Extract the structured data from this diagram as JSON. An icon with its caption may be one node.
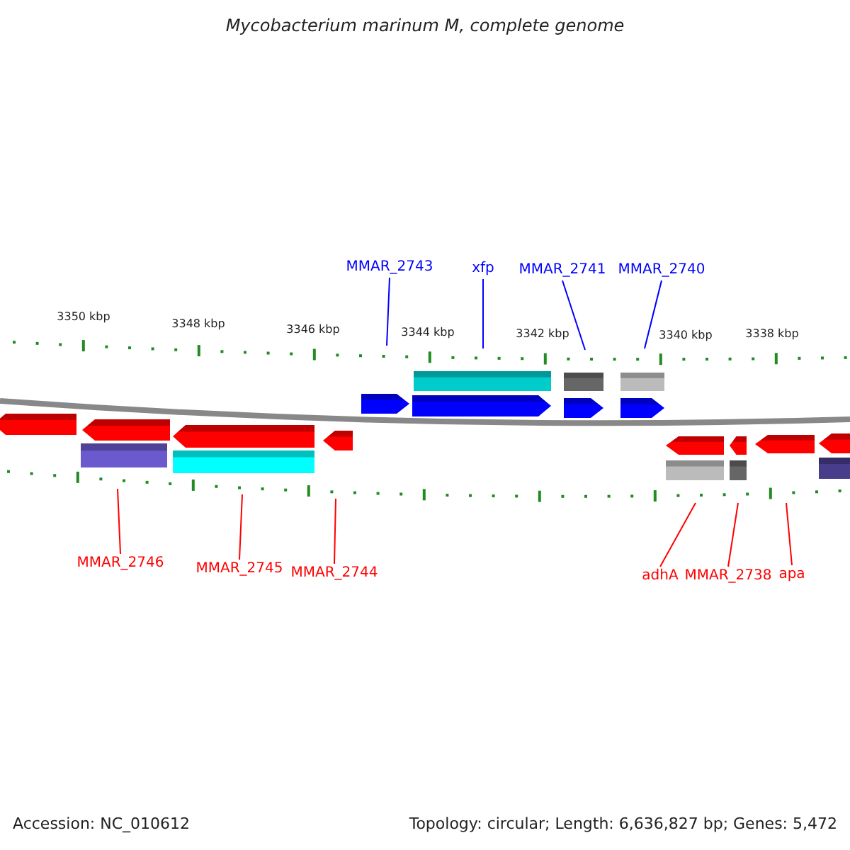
{
  "diagram": {
    "title": "Mycobacterium marinum M, complete genome",
    "nodes": [
      {
        "text": [
          "MMAR_2743"
        ]
      },
      {
        "text": [
          "xfp"
        ]
      },
      {
        "text": [
          "MMAR_2741"
        ]
      },
      {
        "text": [
          "MMAR_2740"
        ]
      },
      {
        "text": [
          "MMAR_2746"
        ]
      },
      {
        "text": [
          "MMAR_2745"
        ]
      },
      {
        "text": [
          "MMAR_2744"
        ]
      },
      {
        "text": [
          "adhA"
        ]
      },
      {
        "text": [
          "MMAR_2738"
        ]
      },
      {
        "text": [
          "apa"
        ]
      }
    ],
    "edges": [
      {
        "from": 0,
        "to": null,
        "arrow": "none",
        "color": "#0000ff"
      },
      {
        "from": 1,
        "to": null,
        "arrow": "none",
        "color": "#0000ff"
      },
      {
        "from": 2,
        "to": null,
        "arrow": "none",
        "color": "#0000ff"
      },
      {
        "from": 3,
        "to": null,
        "arrow": "none",
        "color": "#0000ff"
      },
      {
        "from": 4,
        "to": null,
        "arrow": "none"
      },
      {
        "from": 5,
        "to": null,
        "arrow": "none"
      },
      {
        "from": 6,
        "to": null,
        "arrow": "none"
      },
      {
        "from": 7,
        "to": null,
        "arrow": "none"
      },
      {
        "from": 8,
        "to": null,
        "arrow": "none"
      },
      {
        "from": 9,
        "to": null,
        "arrow": "none"
      }
    ],
    "labels": [
      "3350 kbp",
      "3348 kbp",
      "3346 kbp",
      "3344 kbp",
      "3342 kbp",
      "3340 kbp",
      "3338 kbp",
      "Accession: NC_010612",
      "Topology: circular; Length: 6,636,827 bp; Genes: 5,472"
    ]
  }
}
